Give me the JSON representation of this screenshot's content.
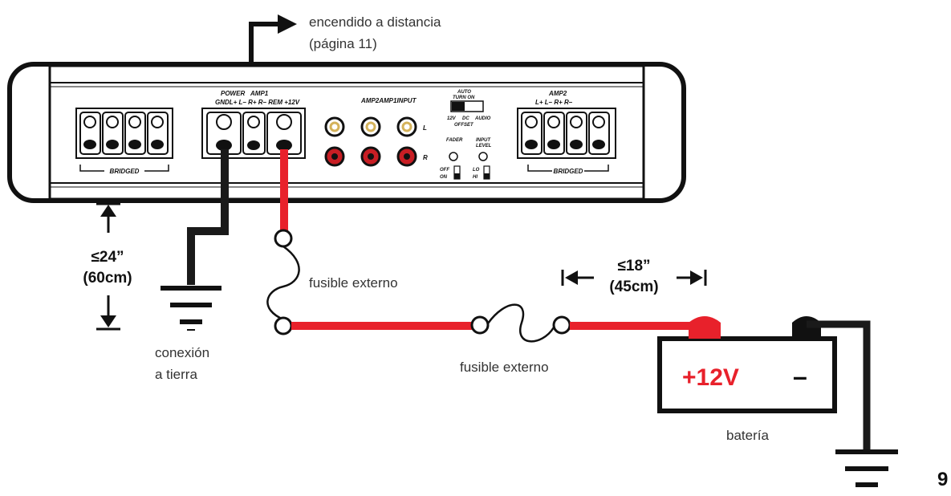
{
  "remote": {
    "line1": "encendido a distancia",
    "line2": "(página 11)"
  },
  "amp": {
    "power_title": "POWER",
    "amp1_title": "AMP1",
    "power_terminals": "GNDL+ L– R+ R– REM +12V",
    "amp2_title": "AMP2",
    "amp2_terminals": "L+ L– R+ R–",
    "input_title": "AMP2AMP1INPUT",
    "ch_left": "L",
    "ch_right": "R",
    "bridged_left": "BRIDGED",
    "bridged_right": "BRIDGED",
    "auto": "AUTO",
    "turn_on": "TURN ON",
    "sw_12v": "12V",
    "sw_dc": "DC",
    "sw_audio": "AUDIO",
    "offset": "OFFSET",
    "fader": "FADER",
    "input": "INPUT",
    "level": "LEVEL",
    "off": "OFF",
    "on": "ON",
    "lo": "LO",
    "hi": "HI"
  },
  "ground_distance": {
    "value": "≤24”",
    "metric": "(60cm)"
  },
  "ground_label": {
    "line1": "conexión",
    "line2": "a tierra"
  },
  "fuse_label_1": "fusible externo",
  "fuse_label_2": "fusible externo",
  "fuse_distance": {
    "value": "≤18”",
    "metric": "(45cm)"
  },
  "battery": {
    "positive": "+12V",
    "negative": "–",
    "label": "batería"
  },
  "page_number": "9",
  "colors": {
    "positive_wire": "#e8212b",
    "ground_wire": "#1a1a1a",
    "text": "#333333"
  }
}
